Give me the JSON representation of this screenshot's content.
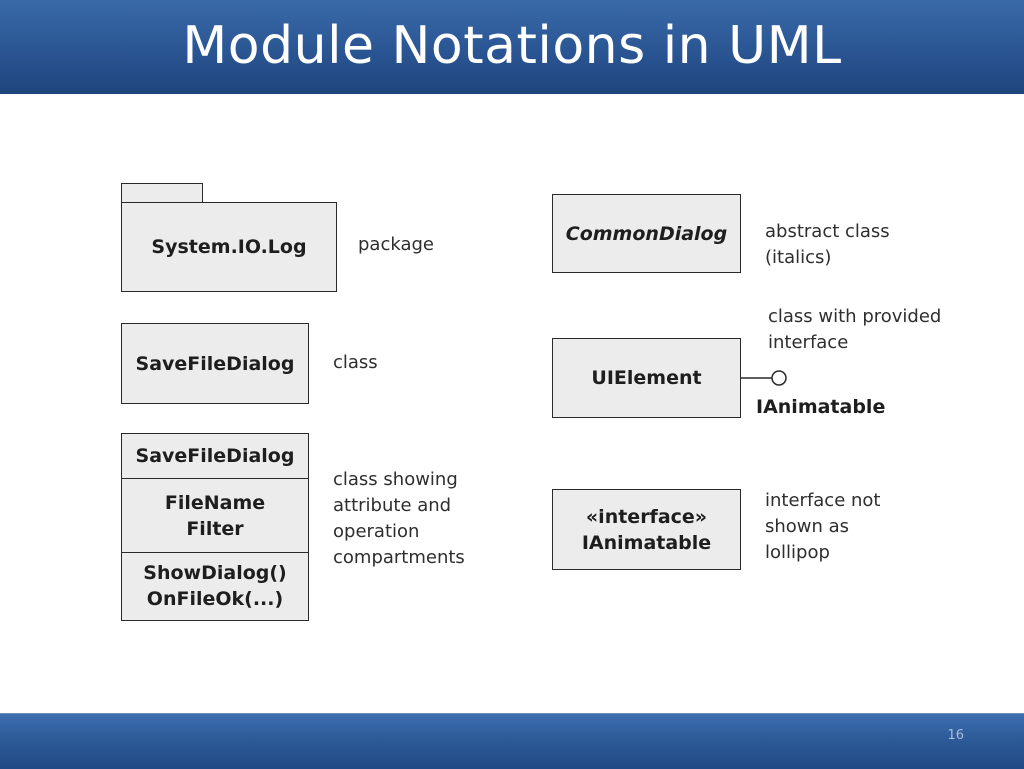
{
  "slide": {
    "title": "Module Notations in UML",
    "page_number": "16"
  },
  "diagram": {
    "package": {
      "name": "System.IO.Log",
      "note": "package"
    },
    "class": {
      "name": "SaveFileDialog",
      "note": "class"
    },
    "class_compartments": {
      "name": "SaveFileDialog",
      "attributes": [
        "FileName",
        "Filter"
      ],
      "operations": [
        "ShowDialog()",
        "OnFileOk(...)"
      ],
      "note": [
        "class showing",
        "attribute and",
        "operation",
        "compartments"
      ]
    },
    "abstract_class": {
      "name": "CommonDialog",
      "note": [
        "abstract class",
        "(italics)"
      ]
    },
    "provided_interface": {
      "class_name": "UIElement",
      "interface_name": "IAnimatable",
      "note": [
        "class with provided",
        "interface"
      ]
    },
    "interface_box": {
      "stereotype": "«interface»",
      "name": "IAnimatable",
      "note": [
        "interface not",
        "shown as",
        "lollipop"
      ]
    }
  }
}
